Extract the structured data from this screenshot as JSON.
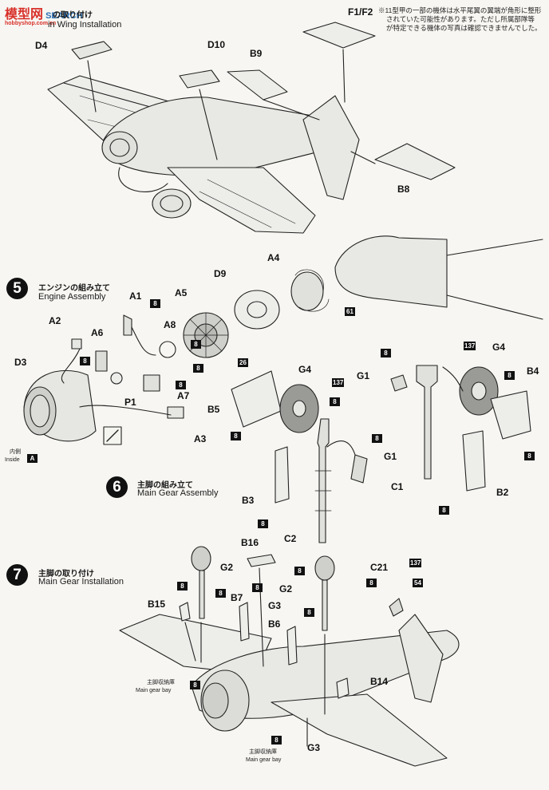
{
  "watermark": {
    "logo": "模型网",
    "brand": "SEARCH",
    "url": "hobbyshop.com.cn"
  },
  "note": {
    "line1": "※11型甲の一部の機体は水平尾翼の翼端が角形に整形",
    "line2": "されていた可能性があります。ただし所属部隊等",
    "line3": "が特定できる機体の写真は確認できませんでした。"
  },
  "step4": {
    "title_jp": "の取り付け",
    "title_en": "in Wing Installation"
  },
  "step5": {
    "number": "5",
    "title_jp": "エンジンの組み立て",
    "title_en": "Engine Assembly"
  },
  "step6": {
    "number": "6",
    "title_jp": "主脚の組み立て",
    "title_en": "Main Gear Assembly"
  },
  "step7": {
    "number": "7",
    "title_jp": "主脚の取り付け",
    "title_en": "Main Gear Installation"
  },
  "inside": {
    "jp": "内側",
    "en": "Inside",
    "code": "A"
  },
  "gearbay": {
    "jp": "主脚収納庫",
    "en": "Main gear bay",
    "code": "8"
  },
  "parts": {
    "D4": "D4",
    "D10": "D10",
    "B9": "B9",
    "F1F2": "F1/F2",
    "B8": "B8",
    "A4": "A4",
    "D9": "D9",
    "A5": "A5",
    "A1": "A1",
    "A2": "A2",
    "A6": "A6",
    "A8": "A8",
    "D3": "D3",
    "P1": "P1",
    "A7": "A7",
    "A3": "A3",
    "G4a": "G4",
    "B5": "B5",
    "G1a": "G1",
    "B3": "B3",
    "C2": "C2",
    "G4b": "G4",
    "G1b": "G1",
    "B4": "B4",
    "C1": "C1",
    "B2": "B2",
    "B16": "B16",
    "G2a": "G2",
    "B15": "B15",
    "B7": "B7",
    "G3a": "G3",
    "B6": "B6",
    "G2b": "G2",
    "C21": "C21",
    "B14": "B14",
    "G3b": "G3"
  },
  "codes": {
    "c8": "8",
    "c26": "26",
    "c61": "61",
    "c137": "137",
    "c54": "54"
  }
}
